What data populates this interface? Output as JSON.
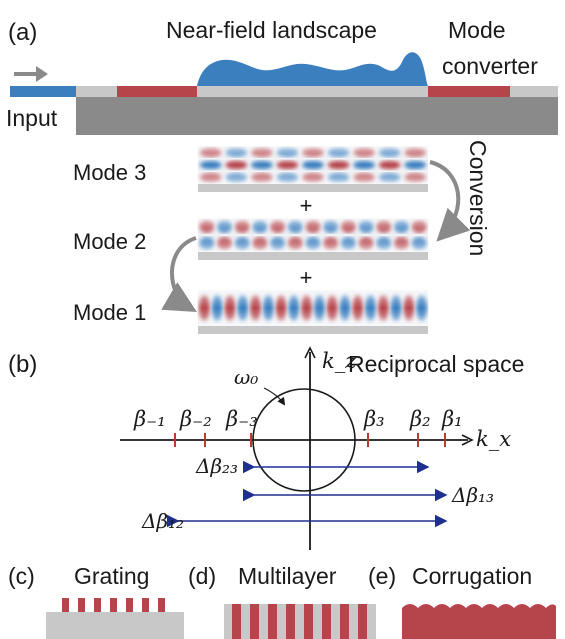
{
  "panels": {
    "a": {
      "tag": "(a)",
      "title": "Near-field landscape",
      "converter_label_1": "Mode",
      "converter_label_2": "converter",
      "input_label": "Input",
      "modes": [
        "Mode 3",
        "Mode 2",
        "Mode 1"
      ],
      "plus": "+",
      "conversion": "Conversion"
    },
    "b": {
      "tag": "(b)",
      "title": "Reciprocal space",
      "omega": "ω₀",
      "kz": "k_z",
      "kx": "k_x",
      "beta_neg": [
        "β₋₁",
        "β₋₂",
        "β₋₃"
      ],
      "beta_pos": [
        "β₃",
        "β₂",
        "β₁"
      ],
      "delta_labels": [
        "Δβ₂₃",
        "Δβ₁₃",
        "Δβ₁₂"
      ]
    },
    "c": {
      "tag": "(c)",
      "title": "Grating"
    },
    "d": {
      "tag": "(d)",
      "title": "Multilayer"
    },
    "e": {
      "tag": "(e)",
      "title": "Corrugation"
    }
  },
  "colors": {
    "blue": "#3b7fbf",
    "red": "#b5454b",
    "grey_light": "#c8c8c8",
    "grey_dark": "#8a8a8a",
    "arrow_navy": "#1f2f8f",
    "tick_red": "#c0392b"
  }
}
